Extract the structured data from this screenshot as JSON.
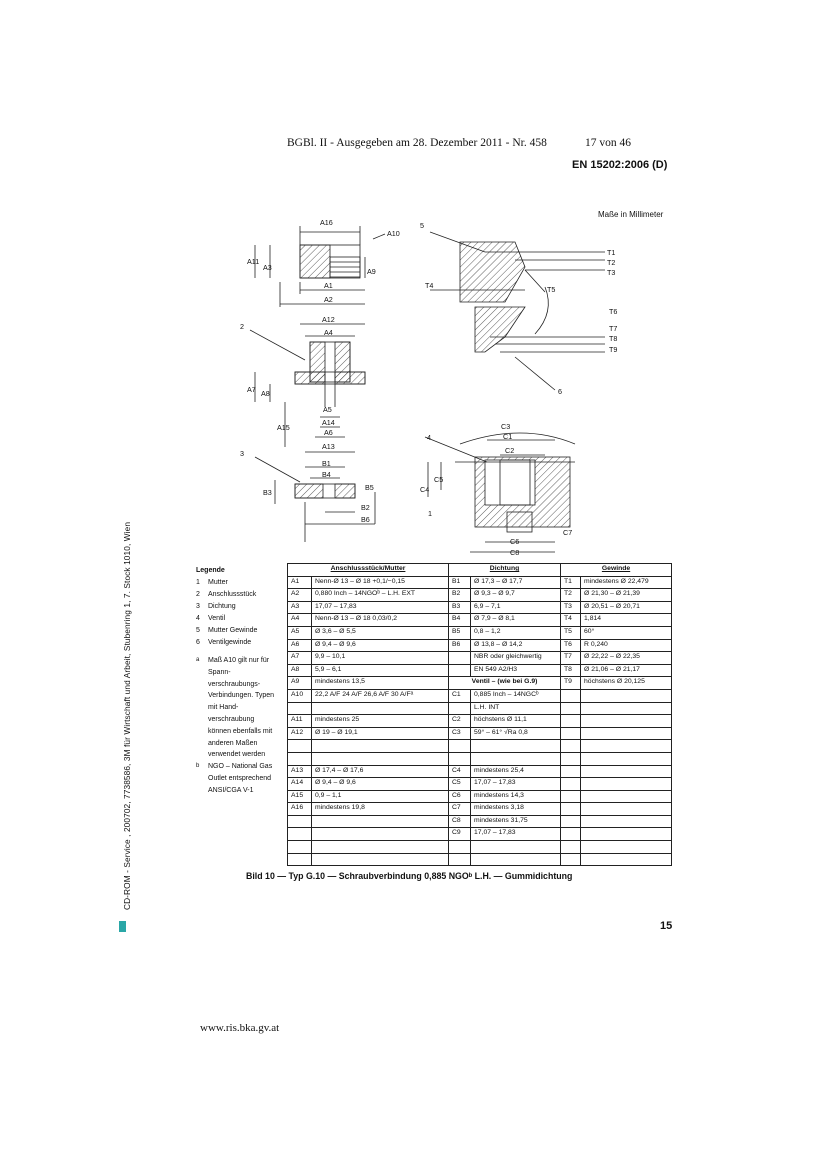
{
  "header": {
    "gazette": "BGBl. II - Ausgegeben am 28. Dezember 2011 - Nr. 458",
    "page_of": "17 von 46",
    "standard": "EN 15202:2006 (D)",
    "units_note": "Maße in Millimeter"
  },
  "sidebar_text": "CD-ROM - Service , 200702, 7738586, 3M für Wirtschaft und Arbeit, Stubenring 1, 7. Stock  1010, Wien",
  "drawing_labels": {
    "A16": "A16",
    "A10": "A10",
    "A11": "A11",
    "A3": "A3",
    "A9": "A9",
    "A1": "A1",
    "A2": "A2",
    "n2": "2",
    "A12": "A12",
    "A4": "A4",
    "A7": "A7",
    "A8": "A8",
    "A5": "A5",
    "A14": "A14",
    "A6": "A6",
    "A15": "A15",
    "A13": "A13",
    "n3": "3",
    "B1": "B1",
    "B4": "B4",
    "B3": "B3",
    "B5": "B5",
    "B2": "B2",
    "B6": "B6",
    "n5": "5",
    "T1": "T1",
    "T2": "T2",
    "T3": "T3",
    "T4": "T4",
    "T5": "T5",
    "T6": "T6",
    "T7": "T7",
    "T8": "T8",
    "T9": "T9",
    "n6": "6",
    "n4": "4",
    "C3": "C3",
    "C1": "C1",
    "C2": "C2",
    "C4": "C4",
    "C5": "C5",
    "n1": "1",
    "C7": "C7",
    "C6": "C6",
    "C8": "C8"
  },
  "legend": {
    "title": "Legende",
    "items": [
      {
        "num": "1",
        "text": "Mutter"
      },
      {
        "num": "2",
        "text": "Anschlussstück"
      },
      {
        "num": "3",
        "text": "Dichtung"
      },
      {
        "num": "4",
        "text": "Ventil"
      },
      {
        "num": "5",
        "text": "Mutter Gewinde"
      },
      {
        "num": "6",
        "text": "Ventilgewinde"
      }
    ],
    "note_a": {
      "mark": "a",
      "lines": [
        "Maß A10 gilt nur für",
        "Spann-",
        "verschraubungs-",
        "Verbindungen. Typen",
        "mit Hand-",
        "verschraubung",
        "können ebenfalls mit",
        "anderen Maßen",
        "verwendet werden"
      ]
    },
    "note_b": {
      "mark": "b",
      "lines": [
        "NGO – National Gas",
        "Outlet entsprechend",
        "ANSI/CGA V-1"
      ]
    }
  },
  "table": {
    "headers": {
      "a": "Anschlussstück/Mutter",
      "b": "Dichtung",
      "t": "Gewinde"
    },
    "ventil_header": "Ventil – (wie bei G.9)",
    "rows": [
      [
        "A1",
        "Nenn-Ø 13 – Ø 18 +0,1/−0,15",
        "B1",
        "Ø 17,3 – Ø 17,7",
        "T1",
        "mindestens Ø 22,479"
      ],
      [
        "A2",
        "0,880 Inch – 14NGOᵇ – L.H. EXT",
        "B2",
        "Ø 9,3 – Ø 9,7",
        "T2",
        "Ø 21,30 – Ø 21,39"
      ],
      [
        "A3",
        "17,07 – 17,83",
        "B3",
        "6,9 – 7,1",
        "T3",
        "Ø 20,51 – Ø 20,71"
      ],
      [
        "A4",
        "Nenn-Ø 13 – Ø 18 0,03/0,2",
        "B4",
        "Ø 7,9 – Ø 8,1",
        "T4",
        "1,814"
      ],
      [
        "A5",
        "Ø 3,6 – Ø 5,5",
        "B5",
        "0,8 – 1,2",
        "T5",
        "60°"
      ],
      [
        "A6",
        "Ø 9,4 – Ø 9,6",
        "B6",
        "Ø 13,8 – Ø 14,2",
        "T6",
        "R 0,240"
      ],
      [
        "A7",
        "9,9 – 10,1",
        "",
        "NBR oder gleichwertig",
        "T7",
        "Ø 22,22 – Ø 22,35"
      ],
      [
        "A8",
        "5,9 – 6,1",
        "",
        "EN 549 A2/H3",
        "T8",
        "Ø 21,06 – Ø 21,17"
      ],
      [
        "A9",
        "mindestens 13,5",
        "VENTIL",
        "",
        "T9",
        "höchstens Ø 20,125"
      ],
      [
        "A10",
        "22,2 A/F 24 A/F 26,6 A/F 30 A/Fᵃ",
        "C1",
        "0,885 Inch – 14NGCᵇ",
        "",
        ""
      ],
      [
        "",
        "",
        "",
        "L.H. INT",
        "",
        ""
      ],
      [
        "A11",
        "mindestens 25",
        "C2",
        "höchstens Ø 11,1",
        "",
        ""
      ],
      [
        "A12",
        "Ø 19 – Ø 19,1",
        "C3",
        "59° – 61° √Ra 0,8",
        "",
        ""
      ],
      [
        "",
        "",
        "",
        "",
        "",
        ""
      ],
      [
        "",
        "",
        "",
        "",
        "",
        ""
      ],
      [
        "A13",
        "Ø 17,4 – Ø 17,6",
        "C4",
        "mindestens 25,4",
        "",
        ""
      ],
      [
        "A14",
        "Ø 9,4 – Ø 9,6",
        "C5",
        "17,07 – 17,83",
        "",
        ""
      ],
      [
        "A15",
        "0,9 – 1,1",
        "C6",
        "mindestens 14,3",
        "",
        ""
      ],
      [
        "A16",
        "mindestens 19,8",
        "C7",
        "mindestens 3,18",
        "",
        ""
      ],
      [
        "",
        "",
        "C8",
        "mindestens 31,75",
        "",
        ""
      ],
      [
        "",
        "",
        "C9",
        "17,07 – 17,83",
        "",
        ""
      ],
      [
        "",
        "",
        "",
        "",
        "",
        ""
      ],
      [
        "",
        "",
        "",
        "",
        "",
        ""
      ]
    ]
  },
  "caption": "Bild 10 — Typ G.10 — Schraubverbindung 0,885 NGOᵇ L.H. — Gummidichtung",
  "page_number": "15",
  "footer_url": "www.ris.bka.gv.at"
}
